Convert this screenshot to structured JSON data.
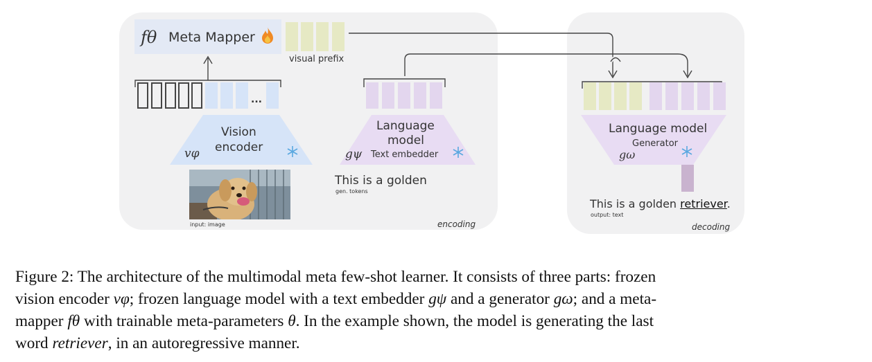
{
  "figure": {
    "meta_mapper": {
      "symbol": "fθ",
      "label": "Meta Mapper",
      "fire_icon": "fire-icon"
    },
    "visual_prefix_label": "visual prefix",
    "vision_encoder": {
      "label_line1": "Vision",
      "label_line2": "encoder",
      "symbol": "vφ",
      "snow_icon": "snowflake-icon"
    },
    "text_embedder": {
      "label_line1": "Language",
      "label_line2": "model",
      "sublabel": "Text embedder",
      "symbol": "gψ",
      "snow_icon": "snowflake-icon"
    },
    "generator": {
      "label": "Language model",
      "sublabel": "Generator",
      "symbol": "gω",
      "snow_icon": "snowflake-icon"
    },
    "input_text": "This is a golden",
    "gen_tokens_label": "gen. tokens",
    "input_image_label": "input: image",
    "ellipsis": "...",
    "output_text_prefix": "This is a golden ",
    "output_text_word": "retriever",
    "output_text_suffix": ".",
    "output_label": "output: text",
    "encoding_label": "encoding",
    "decoding_label": "decoding",
    "colors": {
      "panel": "#f1f1f2",
      "meta_mapper_box": "#e3e9f5",
      "blue_token": "#d6e4f8",
      "purple_token": "#e3d6ee",
      "olive_token": "#e6e9c4",
      "generated_token": "#c9b3cf"
    }
  },
  "caption": {
    "line1": "Figure 2: The architecture of the multimodal meta few-shot learner. It consists of three parts: frozen",
    "seg1": "vision encoder ",
    "sym_v": "vφ",
    "seg2": "; frozen language model with a text embedder ",
    "sym_g_psi": "gψ",
    "seg3": " and a generator ",
    "sym_g_omega": "gω",
    "seg4": "; and a meta-",
    "seg5": "mapper ",
    "sym_f": "fθ",
    "seg6": " with trainable meta-parameters ",
    "sym_theta": "θ",
    "seg7": ". In the example shown, the model is generating the last",
    "seg8": "word ",
    "word_italic": "retriever",
    "seg9": ", in an autoregressive manner."
  }
}
